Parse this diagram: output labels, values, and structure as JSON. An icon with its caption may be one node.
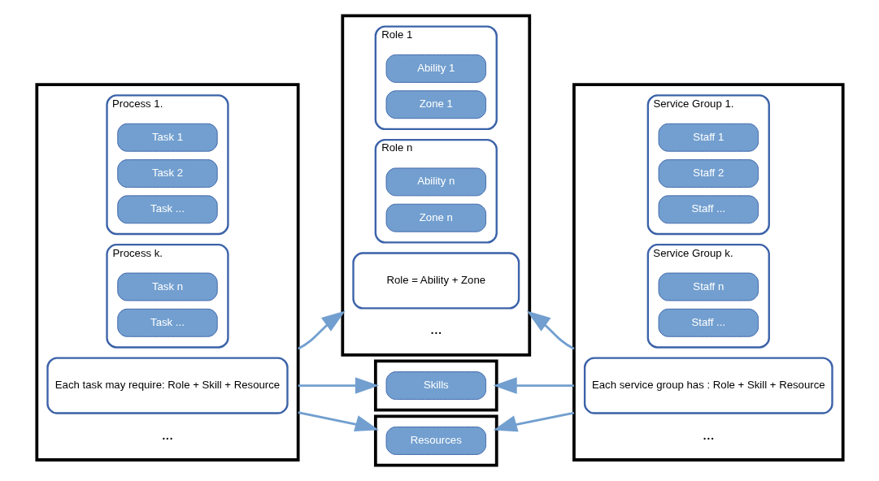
{
  "diagram": {
    "nodes": [
      {
        "text": [],
        "shape": "box"
      },
      {
        "text": [
          "Each task may require: Role + Skill + Resource"
        ],
        "in": 0
      },
      {
        "text": [
          "Process 1."
        ],
        "in": 0
      },
      {
        "text": [
          "Task 1"
        ],
        "in": 2
      },
      {
        "text": [
          "Task 2"
        ],
        "in": 2
      },
      {
        "text": [
          "Task ..."
        ],
        "in": 2
      },
      {
        "text": [
          "Process k."
        ],
        "in": 0
      },
      {
        "text": [
          "Task n"
        ],
        "in": 6
      },
      {
        "text": [
          "Task ..."
        ],
        "in": 6
      },
      {
        "text": [],
        "shape": "box"
      },
      {
        "text": [
          "Role = Ability + Zone"
        ],
        "in": 9
      },
      {
        "text": [
          "Role 1"
        ],
        "in": 9
      },
      {
        "text": [
          "Ability 1"
        ],
        "in": 11
      },
      {
        "text": [
          "Zone 1"
        ],
        "in": 11
      },
      {
        "text": [
          "Role n"
        ],
        "in": 9
      },
      {
        "text": [
          "Ability n"
        ],
        "in": 14
      },
      {
        "text": [
          "Zone n"
        ],
        "in": 14
      },
      {
        "text": [],
        "shape": "box"
      },
      {
        "text": [
          "Skills"
        ],
        "in": 17
      },
      {
        "text": [],
        "shape": "box"
      },
      {
        "text": [
          "Resources"
        ],
        "in": 19
      },
      {
        "text": [],
        "shape": "box"
      },
      {
        "text": [
          "Each service group has : Role + Skill + Resource"
        ],
        "in": 21
      },
      {
        "text": [
          "Service Group 1."
        ],
        "in": 21
      },
      {
        "text": [
          "Staff 1"
        ],
        "in": 23
      },
      {
        "text": [
          "Staff 2"
        ],
        "in": 23
      },
      {
        "text": [
          "Staff ..."
        ],
        "in": 23
      },
      {
        "text": [
          "Service Group k."
        ],
        "in": 21
      },
      {
        "text": [
          "Staff n"
        ],
        "in": 27
      },
      {
        "text": [
          "Staff ..."
        ],
        "in": 27
      }
    ],
    "edges": [
      {
        "from": 0,
        "to": 9,
        "arrow": "to"
      },
      {
        "from": 0,
        "to": 17,
        "arrow": "to"
      },
      {
        "from": 0,
        "to": 19,
        "arrow": "to"
      },
      {
        "from": 21,
        "to": 9,
        "arrow": "to"
      },
      {
        "from": 21,
        "to": 17,
        "arrow": "to"
      },
      {
        "from": 21,
        "to": 19,
        "arrow": "to"
      }
    ],
    "labels": [
      "...",
      "...",
      "..."
    ]
  }
}
